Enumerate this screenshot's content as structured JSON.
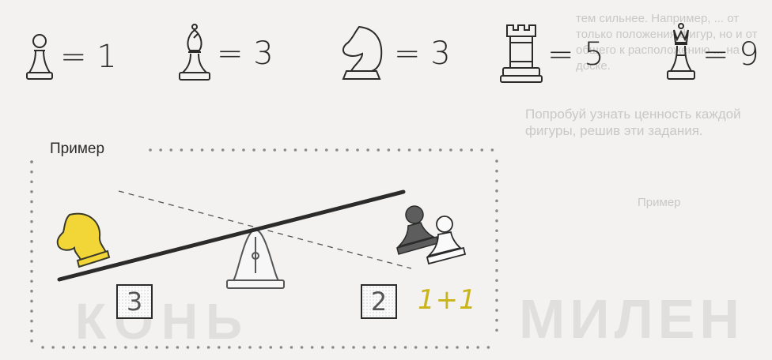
{
  "background_text": {
    "top": "тем сильнее. Например, ... от только положения фигур, но и от общего к расположению ... на доске.",
    "hint": "Попробуй узнать ценность каждой фигуры, решив эти задания.",
    "example": "Пример",
    "word_left": "КОНЬ",
    "word_right": "МИЛЕН"
  },
  "pieces": [
    {
      "icon": "pawn-icon",
      "value": "= 1"
    },
    {
      "icon": "bishop-icon",
      "value": "= 3"
    },
    {
      "icon": "knight-icon",
      "value": "= 3"
    },
    {
      "icon": "rook-icon",
      "value": "= 5"
    },
    {
      "icon": "queen-icon",
      "value": "= 9"
    }
  ],
  "example": {
    "label": "Пример",
    "left_value": "3",
    "right_value": "2",
    "sum": "1+1",
    "colors": {
      "knight": "#f2d637",
      "sum": "#c9b41a",
      "black_pawn": "#5d5d5d"
    }
  }
}
